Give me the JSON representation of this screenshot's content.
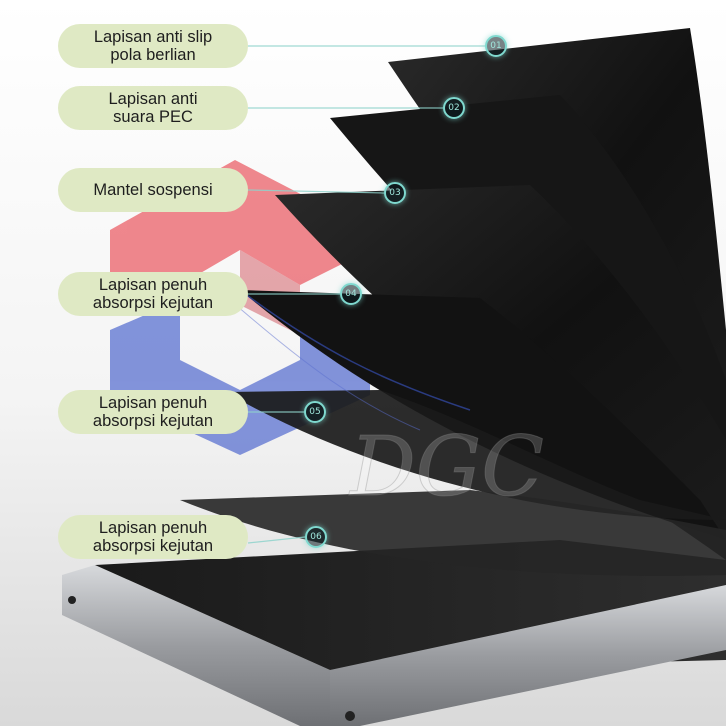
{
  "layers": [
    {
      "number": "01",
      "label_line1": "Lapisan anti slip",
      "label_line2": "pola berlian"
    },
    {
      "number": "02",
      "label_line1": "Lapisan anti",
      "label_line2": "suara PEC"
    },
    {
      "number": "03",
      "label_line1": "Mantel sospensi",
      "label_line2": ""
    },
    {
      "number": "04",
      "label_line1": "Lapisan penuh",
      "label_line2": "absorpsi kejutan"
    },
    {
      "number": "05",
      "label_line1": "Lapisan penuh",
      "label_line2": "absorpsi kejutan"
    },
    {
      "number": "06",
      "label_line1": "Lapisan penuh",
      "label_line2": "absorpsi kejutan"
    }
  ],
  "watermark_text": "DGC",
  "colors": {
    "label_background": "#dfe9c4",
    "marker_ring": "#7fd9cf",
    "leader_line": "#8fd3cc",
    "sheet": "#141414",
    "frame": "#9a9ca0",
    "logo_red": "#e8414b",
    "logo_blue": "#3b57c9"
  }
}
